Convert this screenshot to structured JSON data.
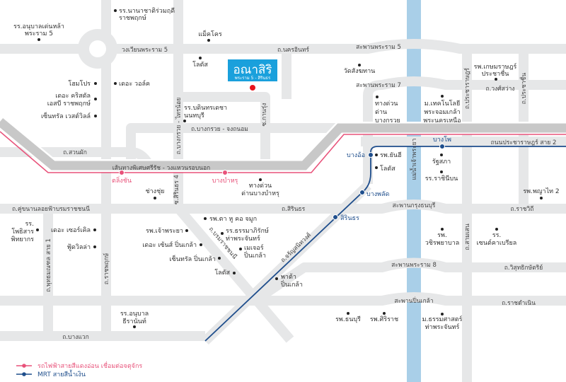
{
  "colors": {
    "road": "#e6e7e8",
    "expressway": "#c8c8c8",
    "river": "#a9cfe8",
    "pink_line": "#e8527a",
    "blue_line": "#1f4e8c",
    "logo_bg": "#1aa0dc",
    "project_marker": "#e8141c"
  },
  "logo": {
    "title": "อณาสิริ",
    "subtitle": "พระราม 5 - สิรินธร"
  },
  "roads": {
    "rama5_circle": "วงเวียนพระราม 5",
    "nakhon_in": "ถ.นครอินทร์",
    "bang_kruai_chong_thanom": "ถ.บางกรวย - จงถนอม",
    "bang_kruai_sai_noi": "ถ.บางกรวย - ไทรน้อย",
    "soi_kan": "ซ.กานรุ่ง",
    "rama5_bridge": "สะพานพระราม 5",
    "rama7_bridge": "สะพานพระราม 7",
    "wongsawang": "ถ.วงศ์สว่าง",
    "pracharat": "ถ.ประชาราษฎร์",
    "prachachuen": "ถ.ประชาชื่น",
    "pracharat_sai2": "ถนนประชาราษฎร์ สาย 2",
    "suan_phak": "ถ.สวนผัก",
    "expressway": "เส้นทางพิเศษศรีรัช - วงแหวนรอบนอก",
    "sirindhorn4": "ซ.สิรินธร 4",
    "borommaratchachonnani_parallel": "ถ.คู่ขนานลอยฟ้าบรมราชชนนี",
    "sirindhorn": "ถ.สิรินธร",
    "krung_thon_bridge": "สะพานกรุงธนบุรี",
    "ratchawithi": "ถ.ราชวิถี",
    "river": "แม่น้ำเจ้าพระยา",
    "charan": "ถ.จรัญสนิทวงศ์",
    "samsen": "ถ.สามเสน",
    "rama8_bridge": "สะพานพระราม 8",
    "wisut": "ถ.วิสุทธิกษัตริย์",
    "pinklao_bridge": "สะพานปิ่นเกล้า",
    "ratchadamnoen": "ถ.ราชดำเนิน",
    "phutthamonthon1": "ถ.พุทธมณฑล สาย 1",
    "ratchaphruek": "ถ.ราชพฤกษ์",
    "borommaratchachonnani": "ถ.บรมราชชนนี",
    "bang_waek": "ถ.บางแวก"
  },
  "stations": {
    "taling_chan": "ตลิ่งชัน",
    "bang_bamru": "บางบำหรุ",
    "bang_o": "บางอ้อ",
    "bang_pho": "บางโพ",
    "bang_phlat": "บางพลัด",
    "sirindhorn": "สิรินธร"
  },
  "places": {
    "anuban_denla": [
      "รร.อนุบาลเด่นหล้า",
      "พระราม 5"
    ],
    "ruamrudee": [
      "รร.นานาชาติร่วมฤดี",
      "ราชพฤกษ์"
    ],
    "makro": "แม็คโคร",
    "lotus1": "โลตัส",
    "homepro": "โฮมโปร",
    "the_walk": "เดอะ วอล์ค",
    "crystal": [
      "เดอะ คริสตัล",
      "เอสบี ราชพฤกษ์"
    ],
    "westville": "เซ็นทรัล เวสต์วิลล์",
    "bodindecha": [
      "รร.บดินทรเดชา",
      "นนทบุรี"
    ],
    "wat_sangkhathan": "วัดสังฆทาน",
    "exp_bang_kruai": [
      "ทางด่วน",
      "ด่าน",
      "บางกรวย"
    ],
    "kmutnb": [
      "ม.เทคโนโลยี",
      "พระจอมเกล้า",
      "พระนครเหนือ"
    ],
    "kasemrad": [
      "รพ.เกษมราษฎร์",
      "ประชาชื่น"
    ],
    "exp_bang_bamru": [
      "ทางด่วน",
      "ด่านบางบำหรุ"
    ],
    "chang_chui": "ช่างชุ่ย",
    "yanhee": "รพ.ยันฮี",
    "lotus2": "โลตัส",
    "parliament": "รัฐสภา",
    "rachinibon": "รร.ราชินีบน",
    "phyathai2": "รพ.พญาไท 2",
    "vajira": [
      "รพ.",
      "วชิรพยาบาล"
    ],
    "st_gabriel": [
      "รร.",
      "เซนต์คาเบรียล"
    ],
    "thonburi_hosp": "รพ.ธนบุรี",
    "siriraj": "รพ.ศิริราช",
    "thammasat": [
      "ม.ธรรมศาสตร์",
      "ท่าพระจันทร์"
    ],
    "photisarn": [
      "รร.",
      "โพธิสาร",
      "พิทยากร"
    ],
    "circle": "เดอะ เซอร์เคิล",
    "food_villa": "ฟู้ดวิลล่า",
    "ent_hosp": "รพ.ตา หู คอ จมูก",
    "chaophraya_hosp": "รพ.เจ้าพระยา",
    "thammaphirak": [
      "รร.ธรรมาภิรักษ์",
      "ท่าพระจันทร์"
    ],
    "the_scene": "เดอะ เซ้นส์ ปิ่นเกล้า",
    "major": [
      "เมเจอร์",
      "ปิ่นเกล้า"
    ],
    "central_pinklao": "เซ็นทรัล ปิ่นเกล้า",
    "lotus3": "โลตัส",
    "pata": [
      "พาต้า",
      "ปิ่นเกล้า"
    ],
    "anuban_theeranan": [
      "รร.อนุบาล",
      "ธีรานันท์"
    ]
  },
  "legend": [
    {
      "label": "รถไฟฟ้าสายสีแดงอ่อน เชื่อมต่อจตุจักร",
      "color": "#e8527a"
    },
    {
      "label": "MRT สายสีน้ำเงิน",
      "color": "#1f4e8c"
    }
  ]
}
